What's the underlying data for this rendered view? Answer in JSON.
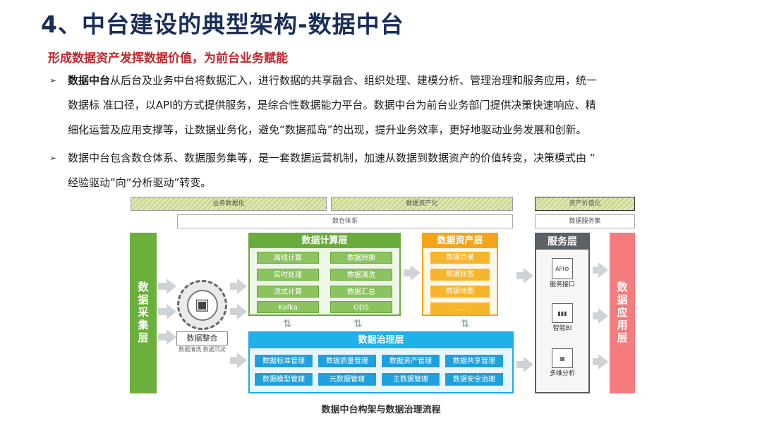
{
  "title": "4、中台建设的典型架构-数据中台",
  "subtitle": "形成数据资产发挥数据价值，为前台业务赋能",
  "paragraph1": {
    "bold": "数据中台",
    "line1_rest": "从后台及业务中台将数据汇入，进行数据的共享融合、组织处理、建模分析、管理治理和服务应用，统一",
    "line2": "数据标  准口径，以API的方式提供服务，是综合性数据能力平台。数据中台为前台业务部门提供决策快速响应、精",
    "line3": "细化运营及应用支撑等，让数据业务化，避免“数据孤岛”的出现，提升业务效率，更好地驱动业务发展和创新。"
  },
  "paragraph2": {
    "line1": "数据中台包含数仓体系、数据服务集等，是一套数据运营机制，加速从数据到数据资产的价值转变，决策模式由 “",
    "line2": "经验驱动”向“分析驱动”转变。"
  },
  "bullet_symbol": "➢",
  "diagram": {
    "bands": {
      "business": "业务数据化",
      "asset": "数据资产化",
      "value": "资产价值化",
      "warehouse": "数仓体系",
      "service_set": "数据服务集"
    },
    "collect_layer": "数据采集层",
    "app_layer": "数据应用层",
    "hub_label": "数据整合",
    "hub_note": "数据清洗 数据沉淀",
    "calc": {
      "title": "数据计算层",
      "left": [
        "离线计算",
        "实时处理",
        "流式计算",
        "Kafka"
      ],
      "right": [
        "数据转换",
        "数据清洗",
        "数据汇总",
        "ODS"
      ]
    },
    "asset_layer": {
      "title": "数据资产层",
      "items": [
        "数据目录",
        "数据标签",
        "数据地图",
        "……"
      ]
    },
    "gov": {
      "title": "数据治理层",
      "row1": [
        "数据标准管理",
        "数据质量管理",
        "数据资产管理",
        "数据共享管理"
      ],
      "row2": [
        "数据模型管理",
        "元数据管理",
        "主数据管理",
        "数据安全治理"
      ]
    },
    "service": {
      "title": "服务层",
      "items": [
        "服务接口",
        "智能BI",
        "多维分析"
      ]
    },
    "caption": "数据中台构架与数据治理流程"
  }
}
